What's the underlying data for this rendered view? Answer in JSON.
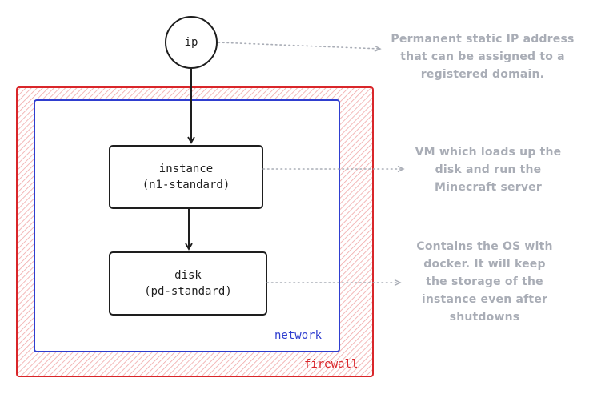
{
  "nodes": {
    "ip": {
      "label": "ip"
    },
    "instance": {
      "line1": "instance",
      "line2": "(n1-standard)"
    },
    "disk": {
      "line1": "disk",
      "line2": "(pd-standard)"
    }
  },
  "groups": {
    "network": {
      "label": "network",
      "color": "#2f3ecf"
    },
    "firewall": {
      "label": "firewall",
      "color": "#d9262a"
    }
  },
  "annotations": {
    "ip": [
      "Permanent static IP address",
      "that can be assigned to a",
      "registered domain."
    ],
    "instance": [
      "VM which loads up the",
      "disk and run the",
      "Minecraft server"
    ],
    "disk": [
      "Contains the OS with",
      "docker. It will keep",
      "the storage of the",
      "instance even after",
      "shutdowns"
    ]
  },
  "colors": {
    "stroke": "#1e1e1e",
    "annotation": "#a9adb6",
    "connector": "#a9adb6"
  }
}
